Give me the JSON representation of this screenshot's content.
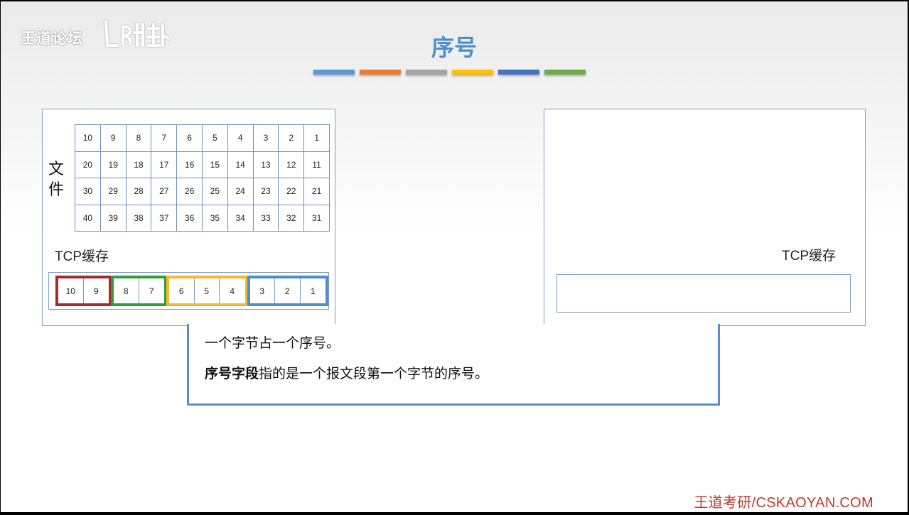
{
  "watermark": {
    "text": "王道论坛"
  },
  "title": "序号",
  "color_bars": [
    "#5b9bd5",
    "#ed7d31",
    "#a5a5a5",
    "#ffc000",
    "#4472c4",
    "#70ad47"
  ],
  "left_panel": {
    "file_label": [
      "文",
      "件"
    ],
    "grid": [
      [
        "10",
        "9",
        "8",
        "7",
        "6",
        "5",
        "4",
        "3",
        "2",
        "1"
      ],
      [
        "20",
        "19",
        "18",
        "17",
        "16",
        "15",
        "14",
        "13",
        "12",
        "11"
      ],
      [
        "30",
        "29",
        "28",
        "27",
        "26",
        "25",
        "24",
        "23",
        "22",
        "21"
      ],
      [
        "40",
        "39",
        "38",
        "37",
        "36",
        "35",
        "34",
        "33",
        "32",
        "31"
      ]
    ],
    "tcp_label": "TCP缓存",
    "segments": [
      {
        "color": "#a52a2a",
        "bytes": [
          "10",
          "9"
        ]
      },
      {
        "color": "#2e9e3e",
        "bytes": [
          "8",
          "7"
        ]
      },
      {
        "color": "#f5b82e",
        "bytes": [
          "6",
          "5",
          "4"
        ]
      },
      {
        "color": "#4a8fd0",
        "bytes": [
          "3",
          "2",
          "1"
        ]
      }
    ]
  },
  "right_panel": {
    "tcp_label": "TCP缓存"
  },
  "note": {
    "line1": "一个字节占一个序号。",
    "line2_bold": "序号字段",
    "line2_rest": "指的是一个报文段第一个字节的序号。"
  },
  "footer": "王道考研/CSKAOYAN.COM"
}
